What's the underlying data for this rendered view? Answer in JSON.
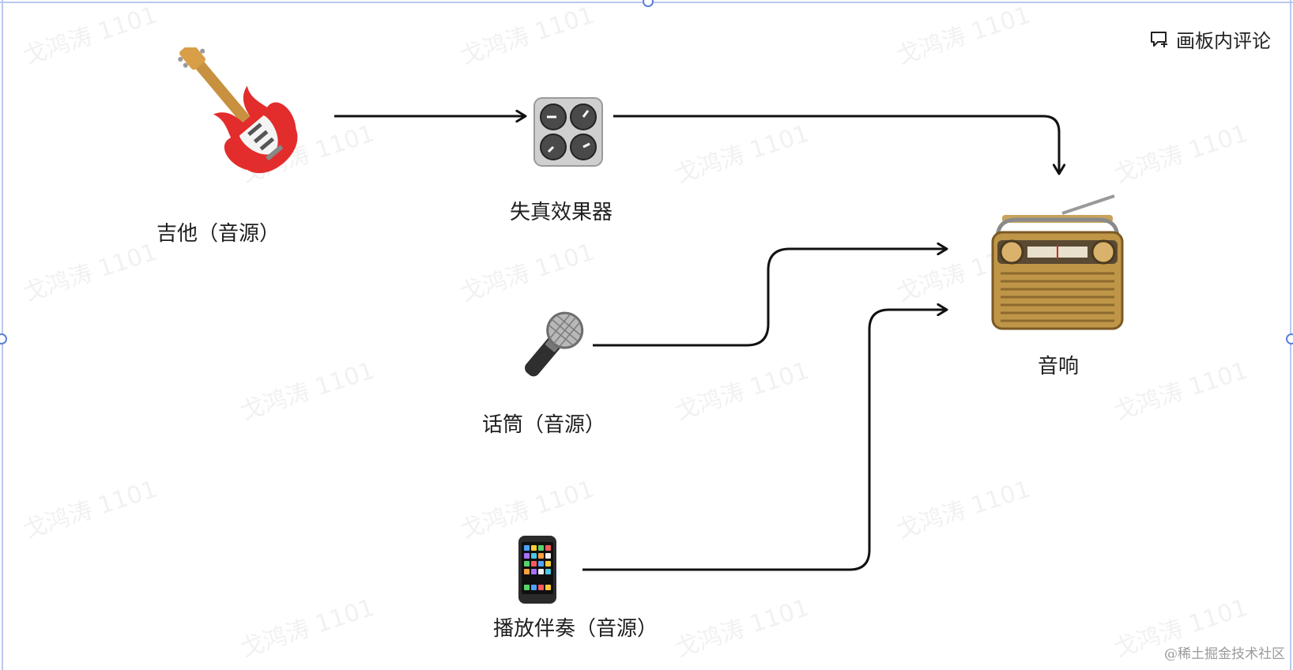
{
  "canvas": {
    "watermark_text": "戈鸿涛 1101",
    "comment_button_label": "画板内评论",
    "footer_credit": "@稀土掘金技术社区",
    "accent_color": "#5b7fd6"
  },
  "nodes": {
    "guitar": {
      "label": "吉他（音源）",
      "icon": "electric-guitar-icon"
    },
    "effect": {
      "label": "失真效果器",
      "icon": "control-knobs-icon"
    },
    "speaker": {
      "label": "音响",
      "icon": "radio-icon"
    },
    "mic": {
      "label": "话筒（音源）",
      "icon": "microphone-icon"
    },
    "phone": {
      "label": "播放伴奏（音源）",
      "icon": "mobile-phone-icon"
    }
  },
  "edges": [
    {
      "from": "guitar",
      "to": "effect"
    },
    {
      "from": "effect",
      "to": "speaker"
    },
    {
      "from": "mic",
      "to": "speaker"
    },
    {
      "from": "phone",
      "to": "speaker"
    }
  ]
}
